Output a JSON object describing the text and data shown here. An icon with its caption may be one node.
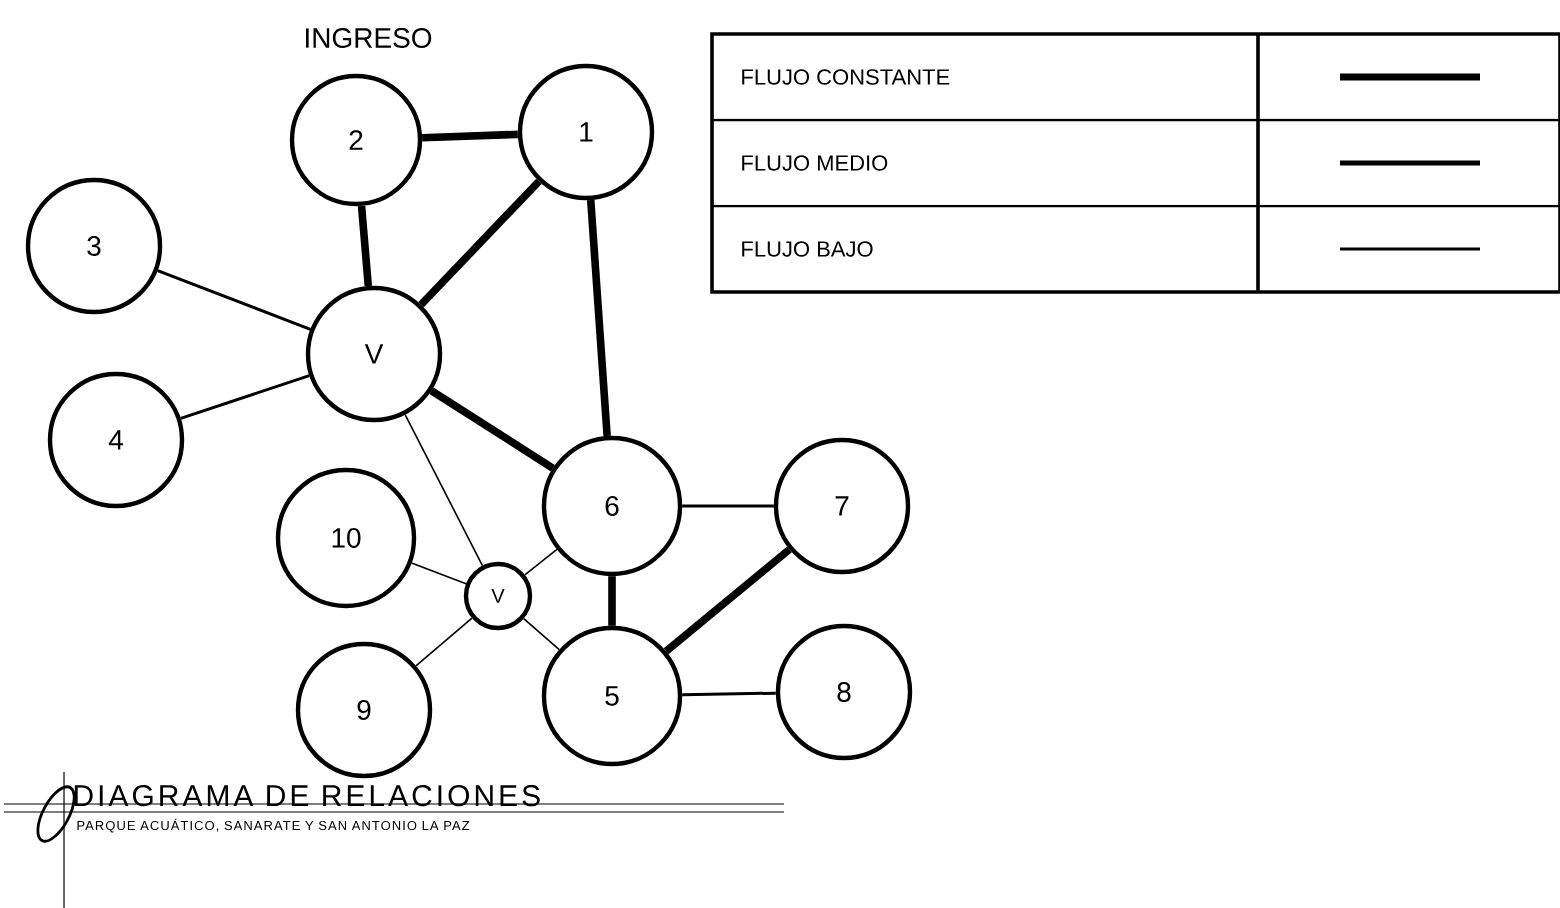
{
  "diagram": {
    "title": "DIAGRAMA DE RELACIONES",
    "caption": "PARQUE ACUÁTICO, SANARATE Y SAN ANTONIO LA PAZ",
    "nodes": [
      {
        "text": [
          "2"
        ]
      },
      {
        "text": [
          "1"
        ]
      },
      {
        "text": [
          "3"
        ]
      },
      {
        "text": [
          "V"
        ]
      },
      {
        "text": [
          "4"
        ]
      },
      {
        "text": [
          "6"
        ]
      },
      {
        "text": [
          "7"
        ]
      },
      {
        "text": [
          "10"
        ]
      },
      {
        "text": [
          "V"
        ]
      },
      {
        "text": [
          "9"
        ]
      },
      {
        "text": [
          "5"
        ]
      },
      {
        "text": [
          "8"
        ]
      }
    ],
    "edges": [
      {
        "from": 0,
        "to": 1,
        "arrow": "none",
        "style": "thick"
      },
      {
        "from": 0,
        "to": 3,
        "arrow": "none",
        "style": "thick"
      },
      {
        "from": 3,
        "to": 1,
        "arrow": "none",
        "style": "thick"
      },
      {
        "from": 1,
        "to": 5,
        "arrow": "none",
        "style": "thick"
      },
      {
        "from": 3,
        "to": 5,
        "arrow": "none",
        "style": "thick"
      },
      {
        "from": 5,
        "to": 10,
        "arrow": "none",
        "style": "thick"
      },
      {
        "from": 10,
        "to": 6,
        "arrow": "none",
        "style": "thick"
      },
      {
        "from": 2,
        "to": 3,
        "arrow": "none"
      },
      {
        "from": 4,
        "to": 3,
        "arrow": "none"
      },
      {
        "from": 5,
        "to": 6,
        "arrow": "none"
      },
      {
        "from": 10,
        "to": 11,
        "arrow": "none"
      },
      {
        "from": 3,
        "to": 8,
        "arrow": "none"
      },
      {
        "from": 7,
        "to": 8,
        "arrow": "none"
      },
      {
        "from": 9,
        "to": 8,
        "arrow": "none"
      },
      {
        "from": 8,
        "to": 5,
        "arrow": "none"
      },
      {
        "from": 8,
        "to": 10,
        "arrow": "none"
      }
    ],
    "labels": [
      "INGRESO"
    ],
    "legend": [
      {
        "text": "FLUJO CONSTANTE"
      },
      {
        "text": "FLUJO MEDIO"
      },
      {
        "text": "FLUJO BAJO"
      }
    ]
  }
}
